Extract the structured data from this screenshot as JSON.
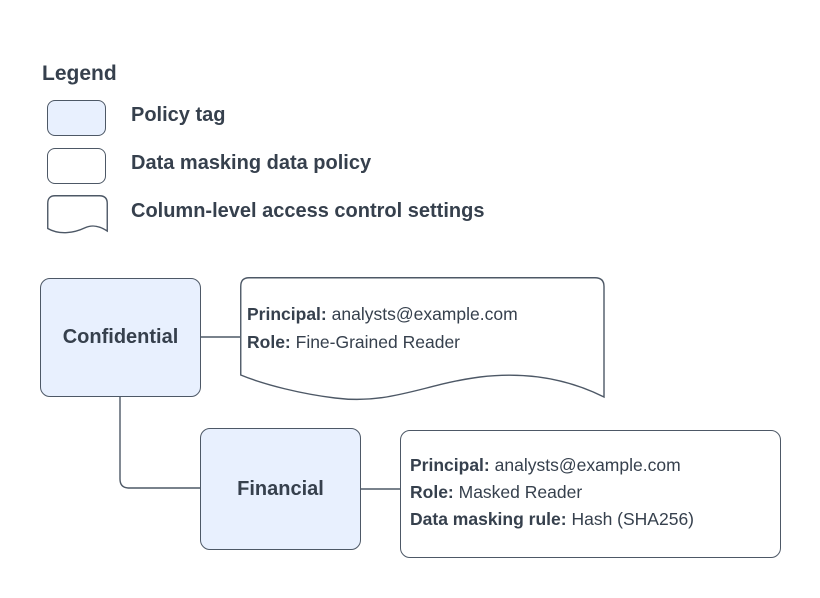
{
  "legend": {
    "title": "Legend",
    "items": [
      {
        "name": "policy-tag",
        "label": "Policy tag"
      },
      {
        "name": "data-masking-data-policy",
        "label": "Data masking data policy"
      },
      {
        "name": "column-level-access-control-settings",
        "label": "Column-level access control settings"
      }
    ]
  },
  "diagram": {
    "nodes": [
      {
        "id": "confidential",
        "label": "Confidential",
        "type": "policy-tag"
      },
      {
        "id": "financial",
        "label": "Financial",
        "type": "policy-tag",
        "parent": "confidential"
      }
    ],
    "access_control_note": {
      "attached_to": "confidential",
      "lines": [
        {
          "label": "Principal:",
          "value": "analysts@example.com"
        },
        {
          "label": "Role:",
          "value": "Fine-Grained Reader"
        }
      ]
    },
    "masking_note": {
      "attached_to": "financial",
      "lines": [
        {
          "label": "Principal:",
          "value": "analysts@example.com"
        },
        {
          "label": "Role:",
          "value": "Masked Reader"
        },
        {
          "label": "Data masking rule:",
          "value": "Hash (SHA256)"
        }
      ]
    }
  },
  "colors": {
    "background": "#ffffff",
    "policy_tag_fill": "#e8f0fe",
    "shape_fill": "#ffffff",
    "border": "#4d5866",
    "text": "#36404d"
  }
}
